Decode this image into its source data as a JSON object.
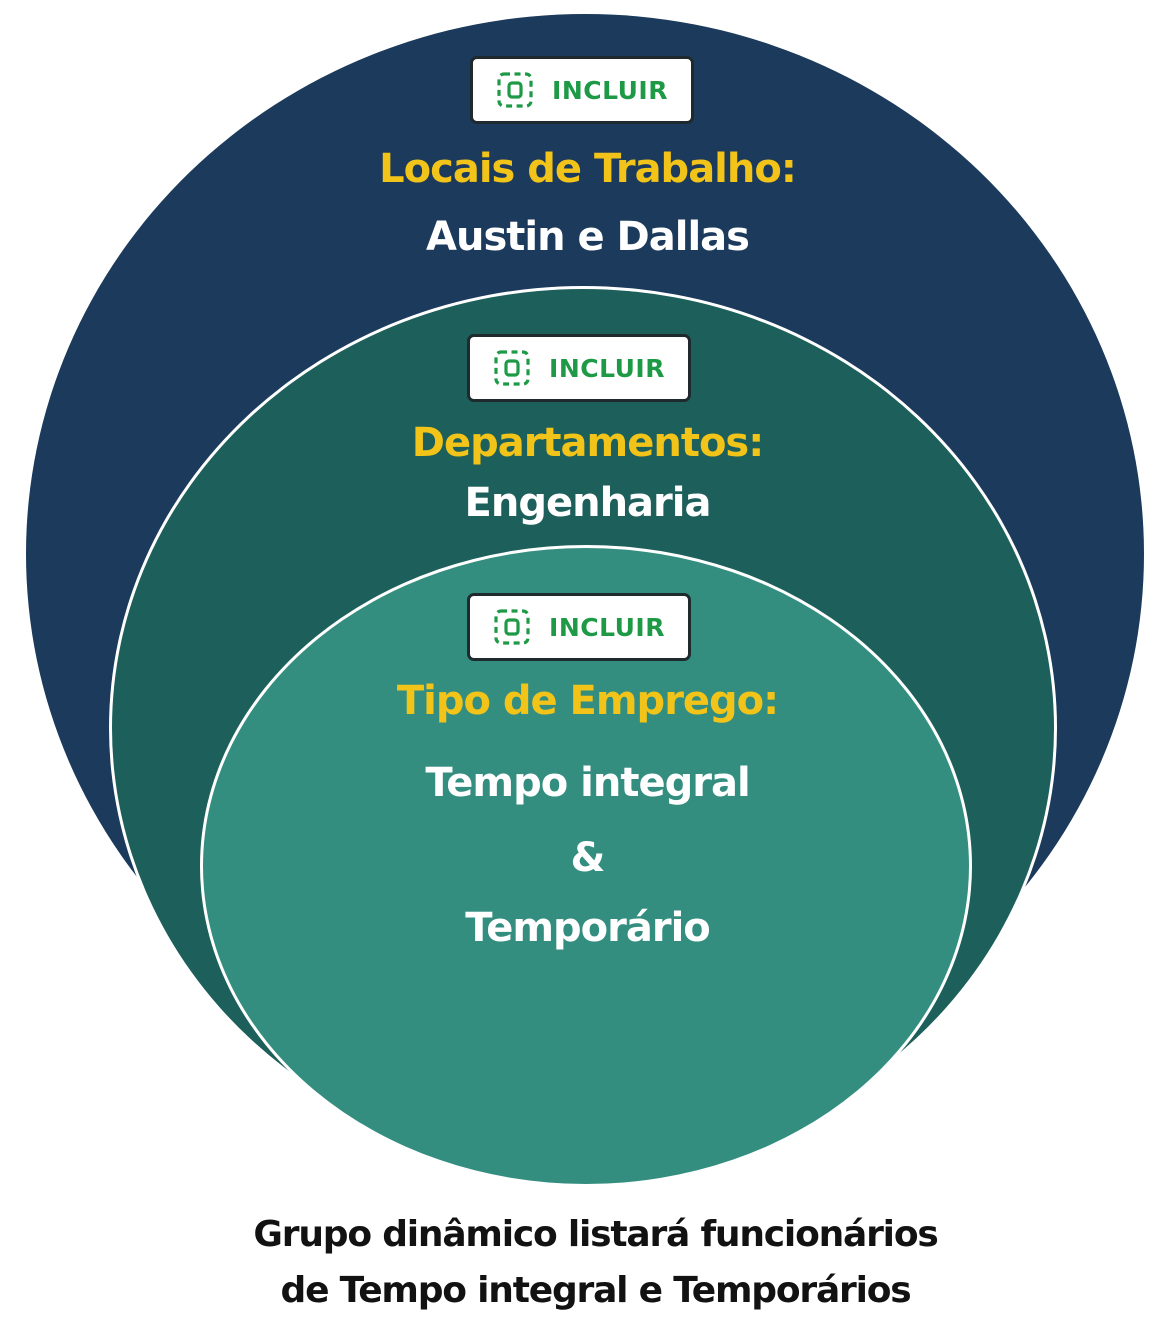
{
  "colors": {
    "outer_circle": "#1b3a5c",
    "middle_circle": "#1d5f5a",
    "inner_circle": "#338e80",
    "heading_text": "#f2c318",
    "value_text": "#ffffff",
    "badge_text": "#1e9a46"
  },
  "badge_icon": "dashed-frame-icon",
  "levels": [
    {
      "badge": "INCLUIR",
      "heading": "Locais de Trabalho:",
      "values": [
        "Austin e Dallas"
      ]
    },
    {
      "badge": "INCLUIR",
      "heading": "Departamentos:",
      "values": [
        "Engenharia"
      ]
    },
    {
      "badge": "INCLUIR",
      "heading": "Tipo de Emprego:",
      "values": [
        "Tempo integral",
        "&",
        "Temporário"
      ]
    }
  ],
  "caption": [
    "Grupo dinâmico listará funcionários",
    "de Tempo integral e Temporários"
  ]
}
